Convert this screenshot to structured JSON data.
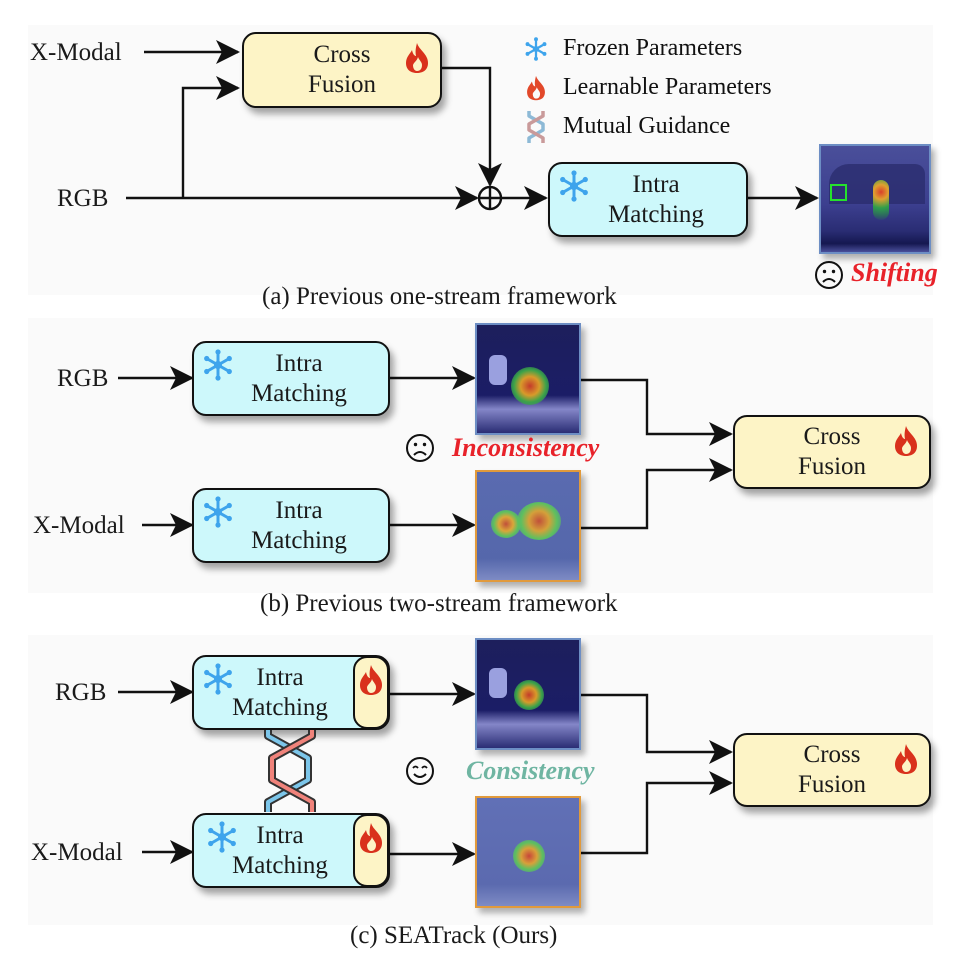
{
  "legend": {
    "items": [
      {
        "icon": "snowflake-icon",
        "label": "Frozen Parameters"
      },
      {
        "icon": "flame-icon",
        "label": "Learnable Parameters"
      },
      {
        "icon": "braid-icon",
        "label": "Mutual Guidance"
      }
    ]
  },
  "colors": {
    "cross_fusion_fill": "#fdf4c6",
    "intra_matching_fill": "#cdf8fb",
    "frozen_icon": "#3ea4ec",
    "learnable_icon": "#d9311c",
    "negative_status": "#e8222a",
    "positive_status": "#6fb5a2",
    "rgb_thumb_border": "#6d8ec4",
    "xmodal_thumb_border": "#e19a3c"
  },
  "inputs": {
    "rgb": "RGB",
    "xmodal": "X-Modal"
  },
  "blocks": {
    "cross_fusion": [
      "Cross",
      "Fusion"
    ],
    "intra_matching": [
      "Intra",
      "Matching"
    ]
  },
  "panel_a": {
    "caption": "(a) Previous one-stream framework",
    "status": "Shifting",
    "face": "sad",
    "junction": "⊕"
  },
  "panel_b": {
    "caption": "(b) Previous two-stream framework",
    "status": "Inconsistency",
    "face": "sad"
  },
  "panel_c": {
    "caption": "(c) SEATrack (Ours)",
    "status": "Consistency",
    "face": "happy"
  }
}
